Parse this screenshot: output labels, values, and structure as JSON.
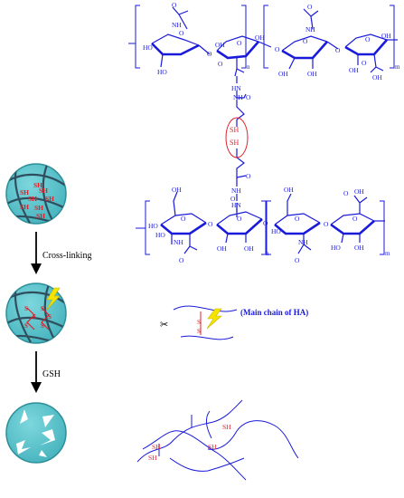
{
  "steps": {
    "crosslinking": "Cross-linking",
    "gsh": "GSH"
  },
  "thiol": {
    "sh": "SH",
    "s": "S"
  },
  "main_chain_label": "(Main chain of HA)",
  "chem": {
    "nh": "NH",
    "hn": "HN",
    "oh": "OH",
    "ho": "HO",
    "o": "O",
    "n": "n",
    "m": "m"
  },
  "icons": {
    "scissors": "scissors-icon",
    "lightning": "lightning-icon"
  },
  "colors": {
    "particle": "#5bc5cd",
    "particle_edge": "#2e8f99",
    "network": "#2f4f5f",
    "structure": "#1a1adb",
    "thiol": "#e0202a",
    "lightning": "#f5e400"
  }
}
